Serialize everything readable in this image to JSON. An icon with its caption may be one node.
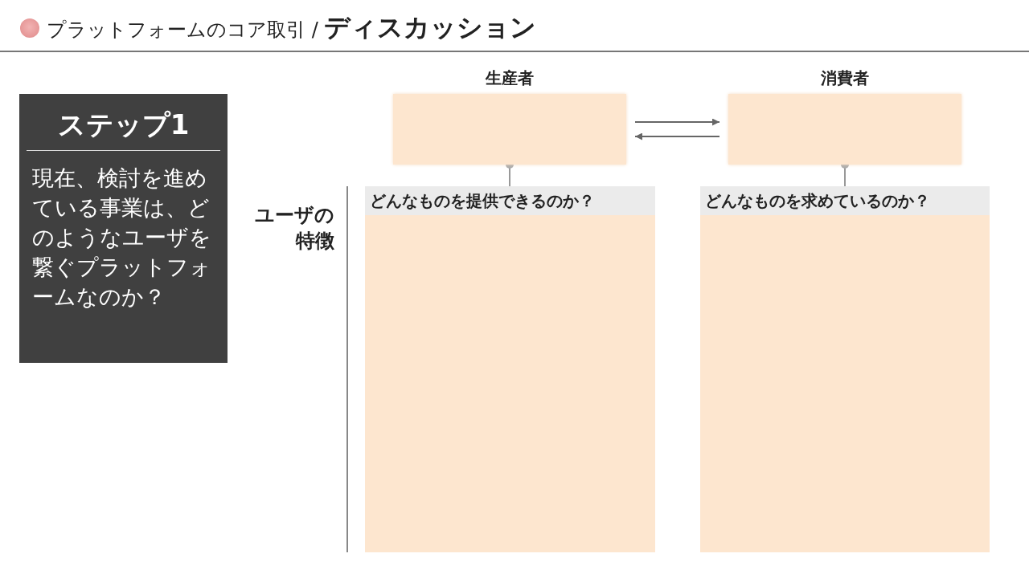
{
  "diagram": {
    "title": "プラットフォームのコア取引 / **ディスカッション**",
    "nodes": [
      {
        "text": [
          "ステップ1",
          "現在、検討を進めている事業は、どのようなユーザを繋ぐプラットフォームなのか？"
        ]
      },
      {
        "text": [
          "生産者"
        ]
      },
      {
        "text": [
          "消費者"
        ]
      },
      {
        "text": [
          "どんなものを提供できるのか？"
        ]
      },
      {
        "text": [
          "どんなものを求めているのか？"
        ]
      }
    ],
    "edges": [
      {
        "from": 1,
        "to": 2,
        "arrow": "to"
      },
      {
        "from": 2,
        "to": 1,
        "arrow": "to"
      },
      {
        "from": 1,
        "to": 3,
        "arrow": "other"
      },
      {
        "from": 2,
        "to": 4,
        "arrow": "other"
      }
    ],
    "labels": [
      "ユーザの特徴"
    ]
  }
}
